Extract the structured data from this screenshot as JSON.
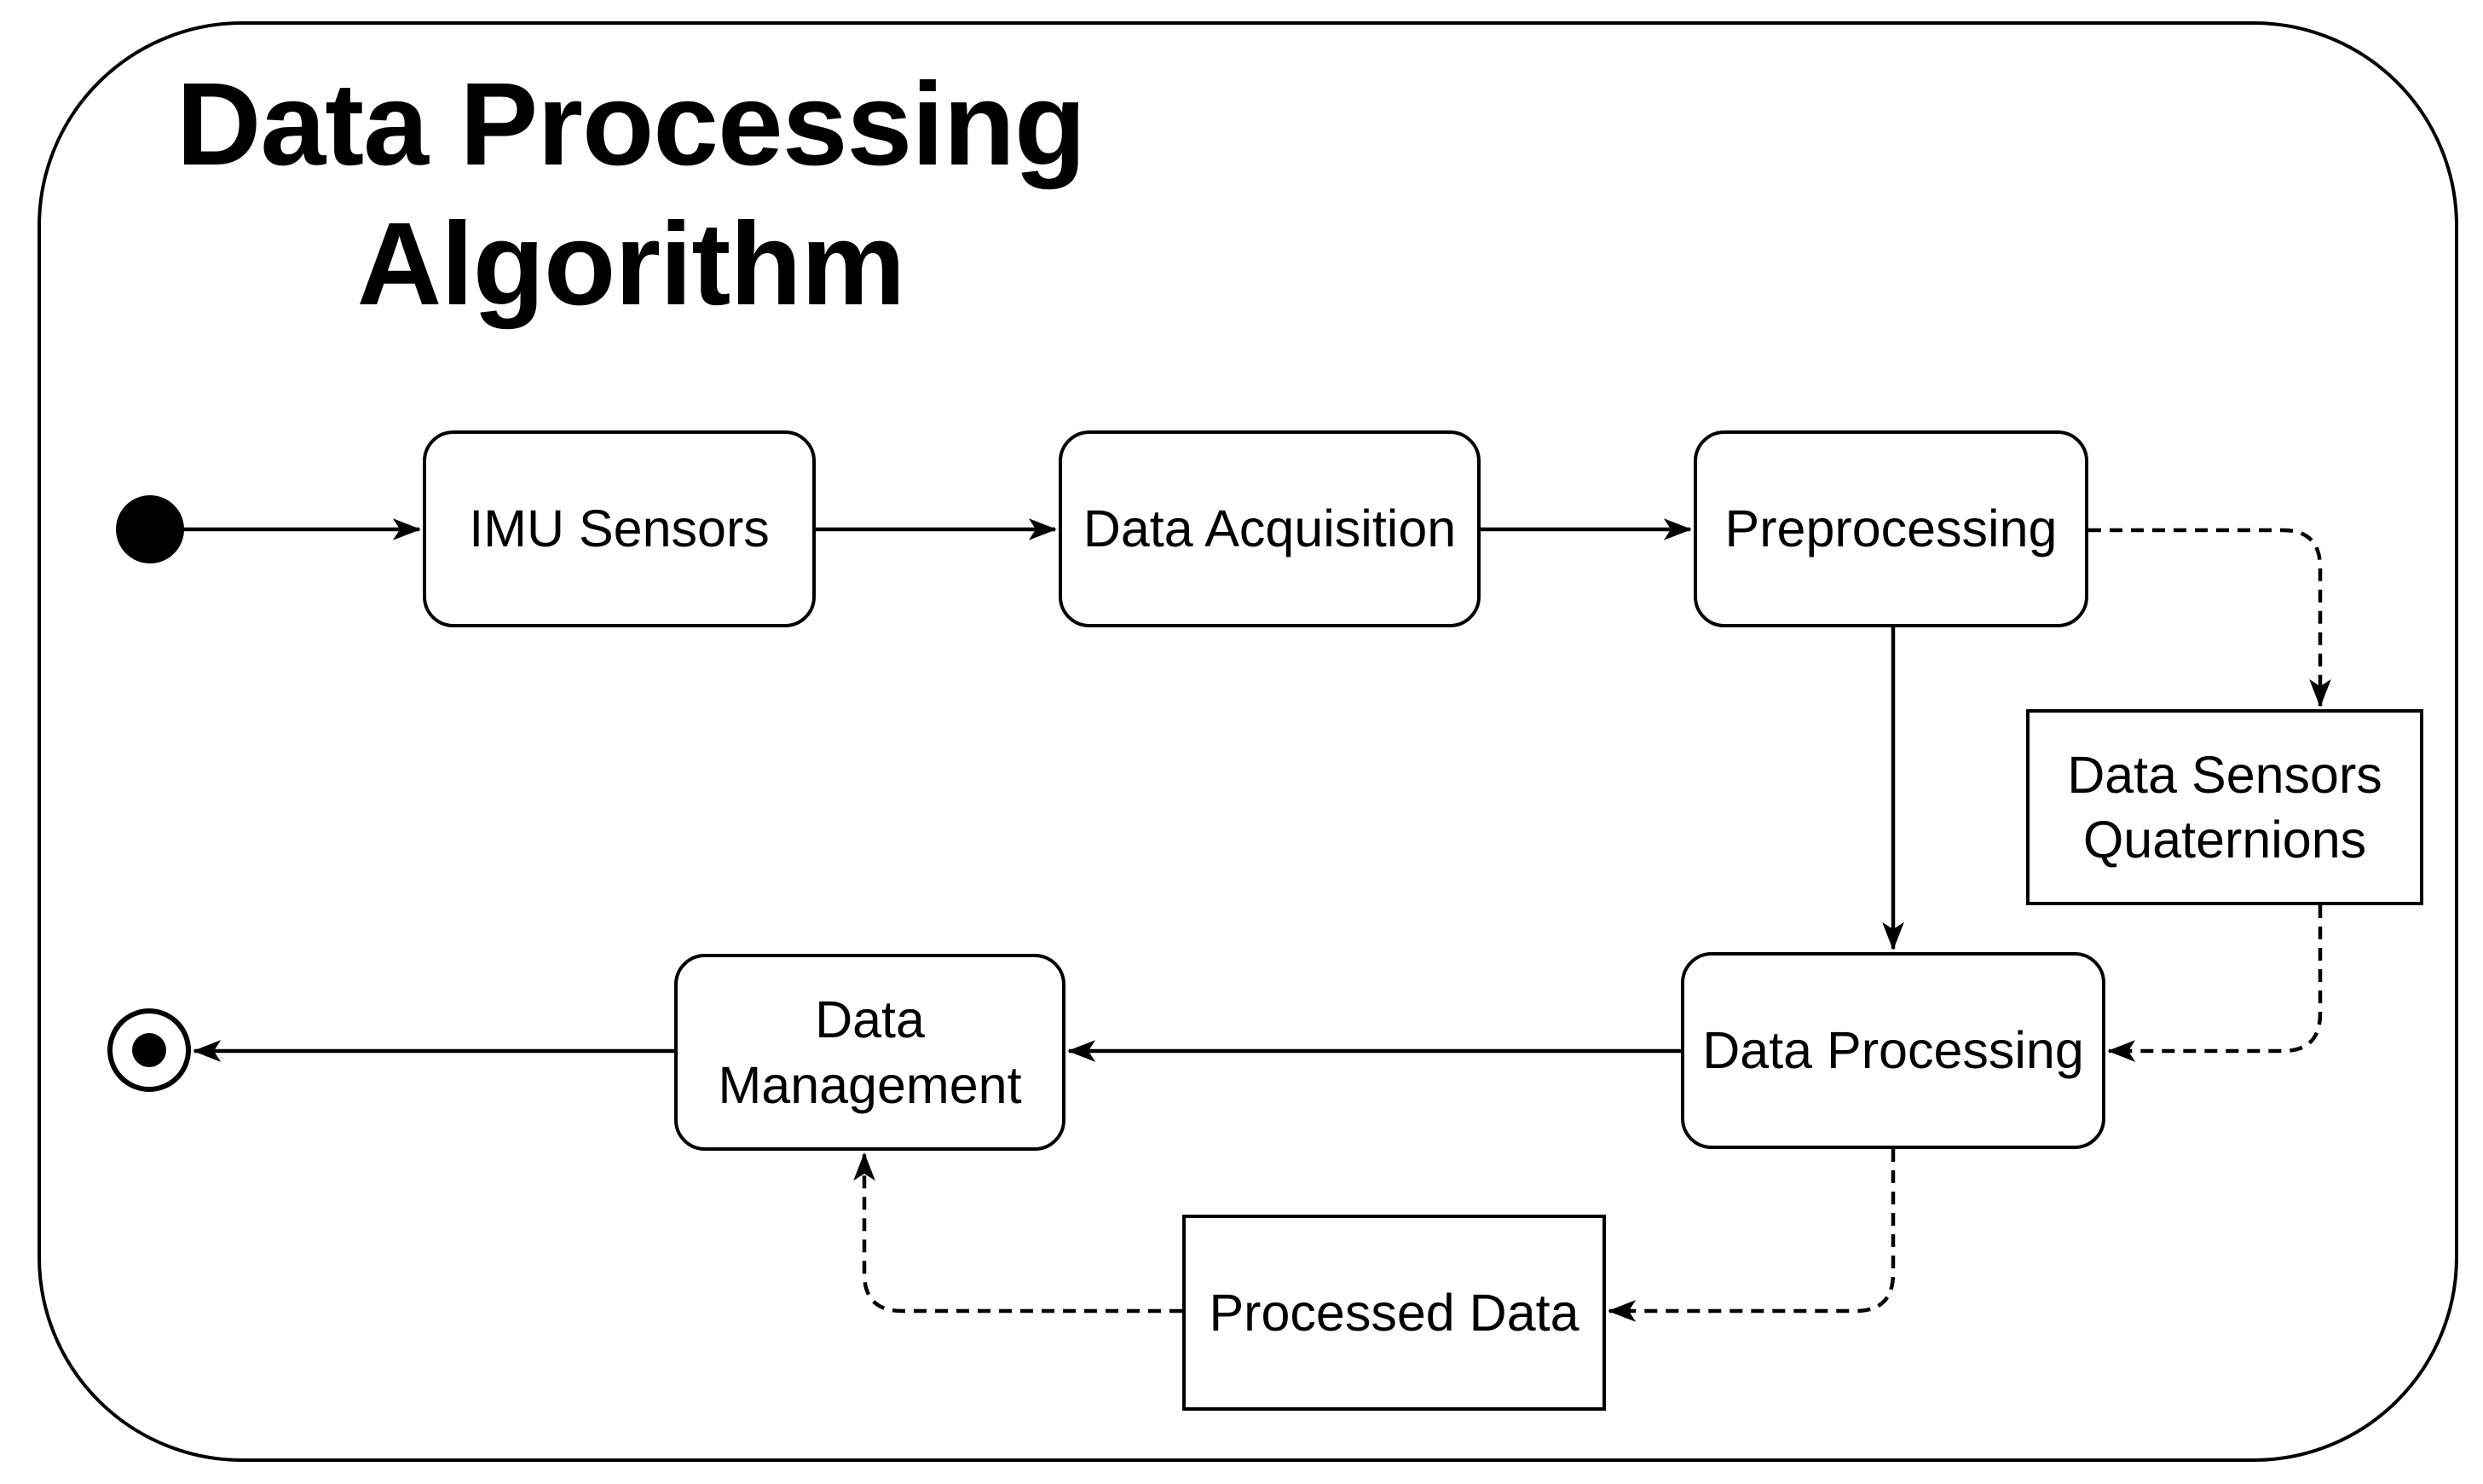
{
  "diagram": {
    "title": "Data Processing\nAlgorithm",
    "background_color": "#ffffff",
    "stroke_color": "#000000",
    "nodes": [
      {
        "id": "start",
        "type": "initial-state",
        "label": ""
      },
      {
        "id": "imu-sensors",
        "type": "rounded-process",
        "label": "IMU Sensors"
      },
      {
        "id": "data-acquisition",
        "type": "rounded-process",
        "label": "Data Acquisition"
      },
      {
        "id": "preprocessing",
        "type": "rounded-process",
        "label": "Preprocessing"
      },
      {
        "id": "data-sensors-quaternions",
        "type": "data-rectangle",
        "label": "Data Sensors\nQuaternions"
      },
      {
        "id": "data-processing",
        "type": "rounded-process",
        "label": "Data Processing"
      },
      {
        "id": "data-management",
        "type": "rounded-process",
        "label": "Data\nManagement"
      },
      {
        "id": "processed-data",
        "type": "data-rectangle",
        "label": "Processed Data"
      },
      {
        "id": "end",
        "type": "final-state",
        "label": ""
      }
    ],
    "edges": [
      {
        "from": "start",
        "to": "imu-sensors",
        "style": "solid"
      },
      {
        "from": "imu-sensors",
        "to": "data-acquisition",
        "style": "solid"
      },
      {
        "from": "data-acquisition",
        "to": "preprocessing",
        "style": "solid"
      },
      {
        "from": "preprocessing",
        "to": "data-sensors-quaternions",
        "style": "dashed"
      },
      {
        "from": "preprocessing",
        "to": "data-processing",
        "style": "solid"
      },
      {
        "from": "data-sensors-quaternions",
        "to": "data-processing",
        "style": "dashed"
      },
      {
        "from": "data-processing",
        "to": "data-management",
        "style": "solid"
      },
      {
        "from": "data-processing",
        "to": "processed-data",
        "style": "dashed"
      },
      {
        "from": "processed-data",
        "to": "data-management",
        "style": "dashed"
      },
      {
        "from": "data-management",
        "to": "end",
        "style": "solid"
      }
    ]
  }
}
